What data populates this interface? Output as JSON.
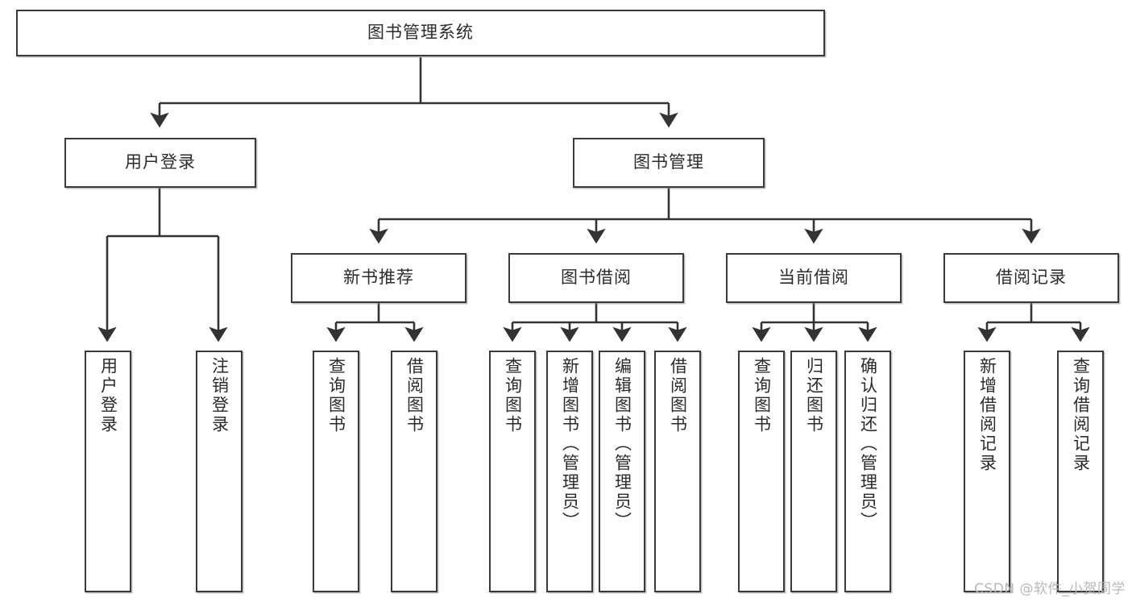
{
  "diagram": {
    "title": "图书管理系统",
    "type": "tree-hierarchy-diagram",
    "colors": {
      "box_border": "#3a3a3a",
      "box_fill": "#ffffff",
      "edge": "#333333",
      "text": "#2b2b2b",
      "watermark": "#b8b8b8",
      "background": "#ffffff"
    },
    "nodes": {
      "root": "图书管理系统",
      "level2": [
        "用户登录",
        "图书管理"
      ],
      "level3": [
        "新书推荐",
        "图书借阅",
        "当前借阅",
        "借阅记录"
      ],
      "leaves": {
        "user_login": [
          "用户登录",
          "注销登录"
        ],
        "new_book": [
          "查询图书",
          "借阅图书"
        ],
        "book_borrow": [
          "查询图书",
          "新增图书（管理员）",
          "编辑图书（管理员）",
          "借阅图书"
        ],
        "current_borrow": [
          "查询图书",
          "归还图书",
          "确认归还（管理员）"
        ],
        "borrow_record": [
          "新增借阅记录",
          "查询借阅记录"
        ]
      }
    }
  },
  "watermark": {
    "text": "CSDN @软件_小贺同学"
  }
}
